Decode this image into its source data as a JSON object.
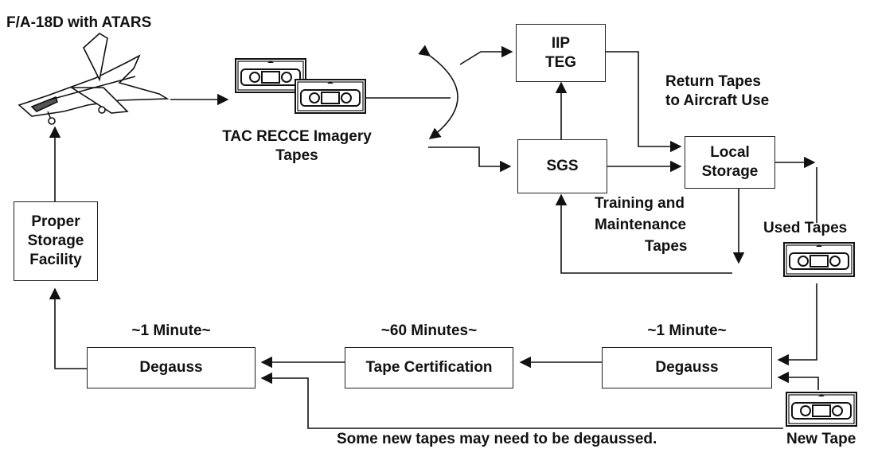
{
  "title": "F/A-18D with ATARS",
  "nodes": {
    "iip_teg": [
      "IIP",
      "TEG"
    ],
    "sgs": "SGS",
    "local_storage": [
      "Local",
      "Storage"
    ],
    "proper_storage": [
      "Proper",
      "Storage",
      "Facility"
    ],
    "degauss_left": "Degauss",
    "tape_cert": "Tape Certification",
    "degauss_right": "Degauss"
  },
  "labels": {
    "imagery_tapes": [
      "TAC RECCE Imagery",
      "Tapes"
    ],
    "return_tapes": [
      "Return Tapes",
      "to Aircraft Use"
    ],
    "training": [
      "Training and",
      "Maintenance",
      "Tapes"
    ],
    "used_tapes": "Used Tapes",
    "new_tape": "New Tape",
    "time_left": "~1 Minute~",
    "time_mid": "~60 Minutes~",
    "time_right": "~1 Minute~",
    "degauss_note": "Some new tapes may need to be degaussed."
  },
  "icons": [
    "aircraft-icon",
    "vhs-tape-icon"
  ],
  "colors": {
    "line": "#111111",
    "background": "#ffffff"
  }
}
